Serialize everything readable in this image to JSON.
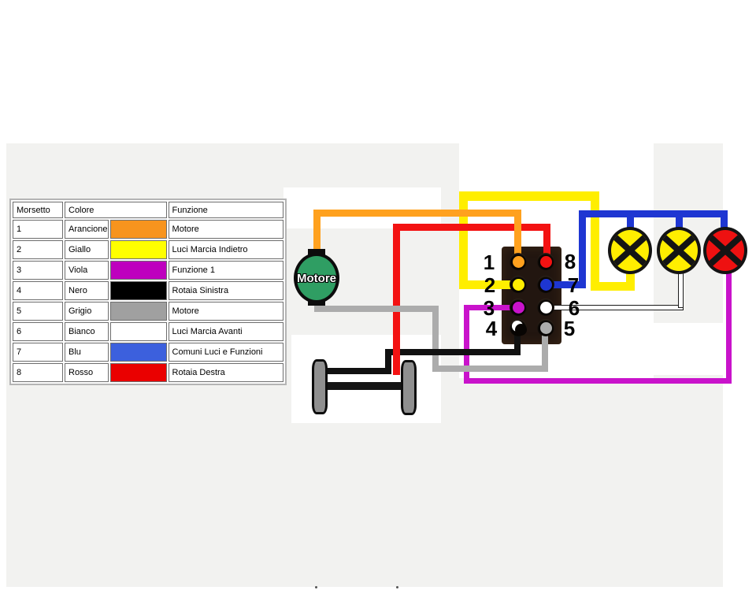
{
  "colors": {
    "page_bg": "#ffffff",
    "canvas_gray": "#f2f2f0",
    "panel_white": "#fdfdfd",
    "wire_orange": "#ffa11e",
    "wire_yellow": "#ffee00",
    "wire_violet": "#c913cb",
    "wire_black": "#111111",
    "wire_gray": "#acacac",
    "wire_white": "#ffffff",
    "wire_blue": "#1e36d2",
    "wire_red": "#f31212",
    "connector_body": "#221610",
    "motor_green": "#2f9e63",
    "lamp_yellow": "#ffee00",
    "lamp_red": "#ee1111",
    "wheel_gray": "#8f8f8f"
  },
  "table": {
    "headers": [
      "Morsetto",
      "Colore",
      "Funzione"
    ],
    "rows": [
      {
        "n": "1",
        "color": "Arancione",
        "hex": "#f7941e",
        "func": "Motore"
      },
      {
        "n": "2",
        "color": "Giallo",
        "hex": "#ffff00",
        "func": "Luci Marcia Indietro"
      },
      {
        "n": "3",
        "color": "Viola",
        "hex": "#be00be",
        "func": "Funzione 1"
      },
      {
        "n": "4",
        "color": "Nero",
        "hex": "#000000",
        "func": "Rotaia Sinistra"
      },
      {
        "n": "5",
        "color": "Grigio",
        "hex": "#a0a0a0",
        "func": "Motore"
      },
      {
        "n": "6",
        "color": "Bianco",
        "hex": "#ffffff",
        "func": "Luci Marcia Avanti"
      },
      {
        "n": "7",
        "color": "Blu",
        "hex": "#3c60dd",
        "func": "Comuni Luci e Funzioni"
      },
      {
        "n": "8",
        "color": "Rosso",
        "hex": "#ea0000",
        "func": "Rotaia Destra"
      }
    ]
  },
  "connector": {
    "left_pins": [
      "1",
      "2",
      "3",
      "4"
    ],
    "right_pins": [
      "8",
      "7",
      "6",
      "5"
    ]
  },
  "motor": {
    "label": "Motore"
  }
}
